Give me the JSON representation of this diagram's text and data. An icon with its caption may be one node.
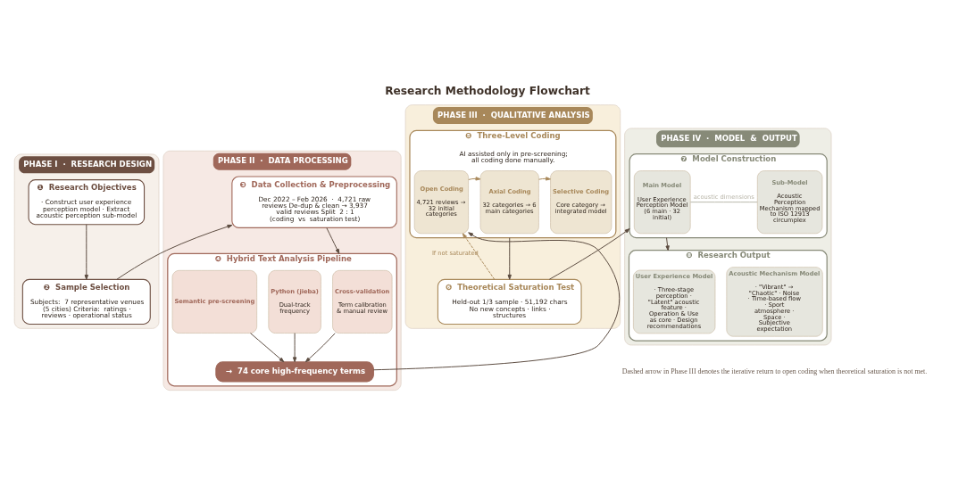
{
  "diagram": {
    "title": "Research Methodology Flowchart",
    "caption": "Dashed arrow in Phase III denotes the iterative return to open coding when theoretical saturation is not met.",
    "nodes": [
      {
        "text": [
          "PHASE I  ·  RESEARCH DESIGN"
        ]
      },
      {
        "text": [
          "❶  Research Objectives",
          "· Construct user experience perception model · Extract acoustic perception sub-model"
        ],
        "in": 0
      },
      {
        "text": [
          "❷  Sample Selection",
          "Subjects:  7 representative venues (5 cities) Criteria:  ratings · reviews · operational status"
        ],
        "in": 0
      },
      {
        "text": [
          "PHASE II  ·  DATA PROCESSING"
        ]
      },
      {
        "text": [
          "❸  Data Collection & Preprocessing",
          "Dec 2022 – Feb 2026  ·  4,721 raw reviews De-dup & clean → 3,937 valid reviews Split  2 : 1  (coding  vs  saturation test)"
        ],
        "in": 3
      },
      {
        "text": [
          "❹  Hybrid Text Analysis Pipeline"
        ],
        "in": 3
      },
      {
        "text": [
          "Semantic pre-screening"
        ],
        "in": 5
      },
      {
        "text": [
          "Python (jieba)",
          "Dual-track frequency"
        ],
        "in": 5
      },
      {
        "text": [
          "Cross-validation",
          "Term calibration & manual review"
        ],
        "in": 5
      },
      {
        "text": [
          "→  74 core high-frequency terms"
        ],
        "in": 5
      },
      {
        "text": [
          "PHASE III  ·  QUALITATIVE ANALYSIS"
        ]
      },
      {
        "text": [
          "❺  Three-Level Coding",
          "AI assisted only in pre-screening; all coding done manually."
        ],
        "in": 10
      },
      {
        "text": [
          "Open Coding",
          "4,721 reviews → 32 initial categories"
        ],
        "in": 11
      },
      {
        "text": [
          "Axial Coding",
          "32 categories → 6 main categories"
        ],
        "in": 11
      },
      {
        "text": [
          "Selective Coding",
          "Core category → integrated model"
        ],
        "in": 11
      },
      {
        "text": [
          "❻  Theoretical Saturation Test",
          "Held-out 1/3 sample · 51,192 chars No new concepts · links · structures"
        ],
        "in": 10
      },
      {
        "text": [
          "PHASE IV  ·  MODEL  &  OUTPUT"
        ]
      },
      {
        "text": [
          "❼  Model Construction"
        ],
        "in": 16
      },
      {
        "text": [
          "Main Model",
          "User Experience Perception Model (6 main · 32 initial)"
        ],
        "in": 17
      },
      {
        "text": [
          "Sub-Model",
          "Acoustic Perception Mechanism mapped to ISO 12913 circumplex"
        ],
        "in": 17
      },
      {
        "text": [
          "❽  Research Output"
        ],
        "in": 16
      },
      {
        "text": [
          "User Experience Model",
          "· Three-stage perception · \"Latent\" acoustic feature · Operation & Use as core · Design recommendations"
        ],
        "in": 20
      },
      {
        "text": [
          "Acoustic Mechanism Model",
          "· \"Vibrant\" → \"Chaotic\" · Noise · Time-based flow · Sport atmosphere · Space · Subjective expectation"
        ],
        "in": 20
      }
    ],
    "edges": [
      {
        "from": 1,
        "to": 2,
        "arrow": "to"
      },
      {
        "from": 2,
        "to": 4,
        "arrow": "to"
      },
      {
        "from": 4,
        "to": 5,
        "arrow": "to"
      },
      {
        "from": 6,
        "to": 9,
        "arrow": "to"
      },
      {
        "from": 7,
        "to": 9,
        "arrow": "to"
      },
      {
        "from": 8,
        "to": 9,
        "arrow": "to"
      },
      {
        "from": 9,
        "to": 12,
        "arrow": "to"
      },
      {
        "from": 12,
        "to": 13,
        "arrow": "to",
        "color": "#a8885a"
      },
      {
        "from": 13,
        "to": 14,
        "arrow": "to",
        "color": "#a8885a"
      },
      {
        "from": 11,
        "to": 15,
        "arrow": "to"
      },
      {
        "from": 15,
        "to": 12,
        "arrow": "to",
        "label": "If not saturated",
        "style": "dashed",
        "color": "#a8885a"
      },
      {
        "from": 15,
        "to": 17,
        "arrow": "to"
      },
      {
        "from": 18,
        "to": 19,
        "arrow": "none",
        "label": "acoustic dimensions",
        "color": "#b8b5a8"
      },
      {
        "from": 17,
        "to": 20,
        "arrow": "to"
      }
    ]
  }
}
